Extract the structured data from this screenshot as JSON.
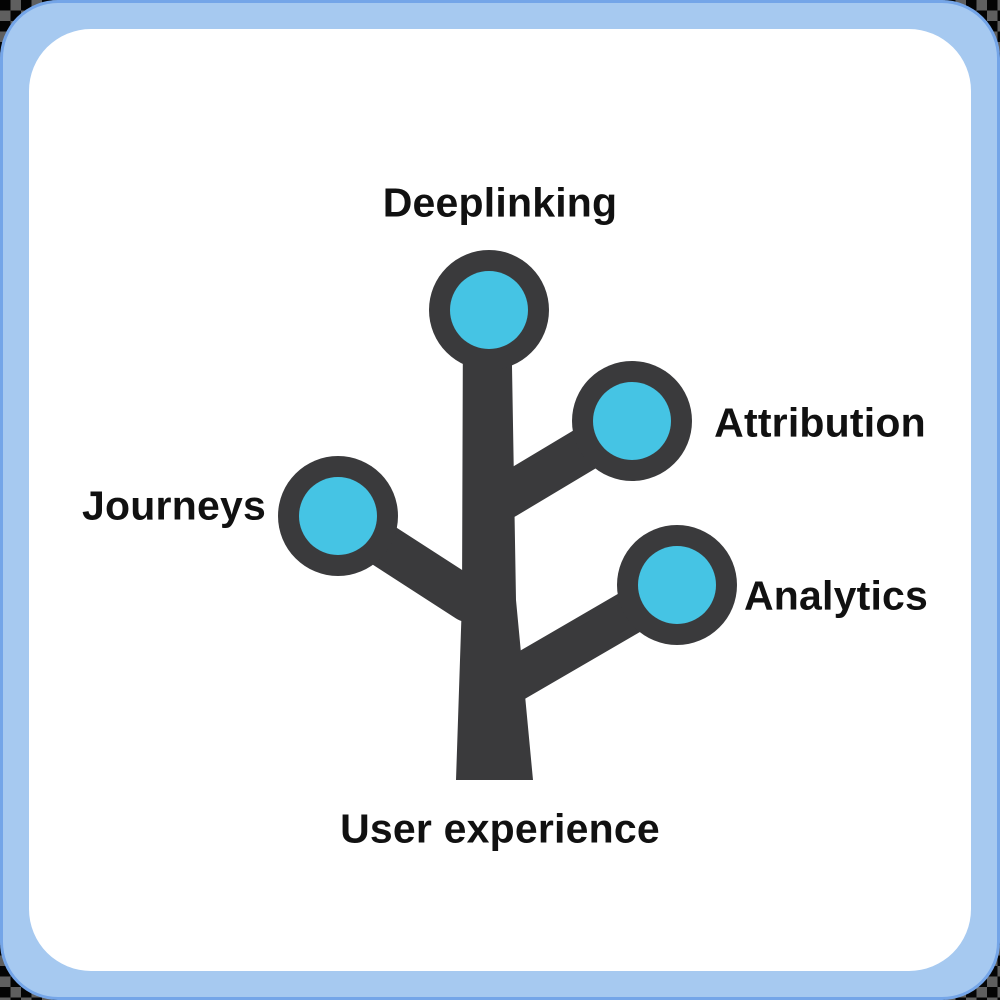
{
  "diagram": {
    "root": {
      "label": "User experience"
    },
    "nodes": [
      {
        "id": "deeplinking",
        "label": "Deeplinking",
        "position": "top"
      },
      {
        "id": "attribution",
        "label": "Attribution",
        "position": "upper-right"
      },
      {
        "id": "journeys",
        "label": "Journeys",
        "position": "left"
      },
      {
        "id": "analytics",
        "label": "Analytics",
        "position": "lower-right"
      }
    ]
  },
  "colors": {
    "accent": "#45C4E4",
    "outline": "#3A3A3C",
    "frame": "#A6C9F0",
    "frame_edge": "#74A5E8",
    "surface": "#FFFFFF",
    "text": "#111111",
    "checker_dark": "#040404",
    "checker_light": "#5F5F5F"
  }
}
